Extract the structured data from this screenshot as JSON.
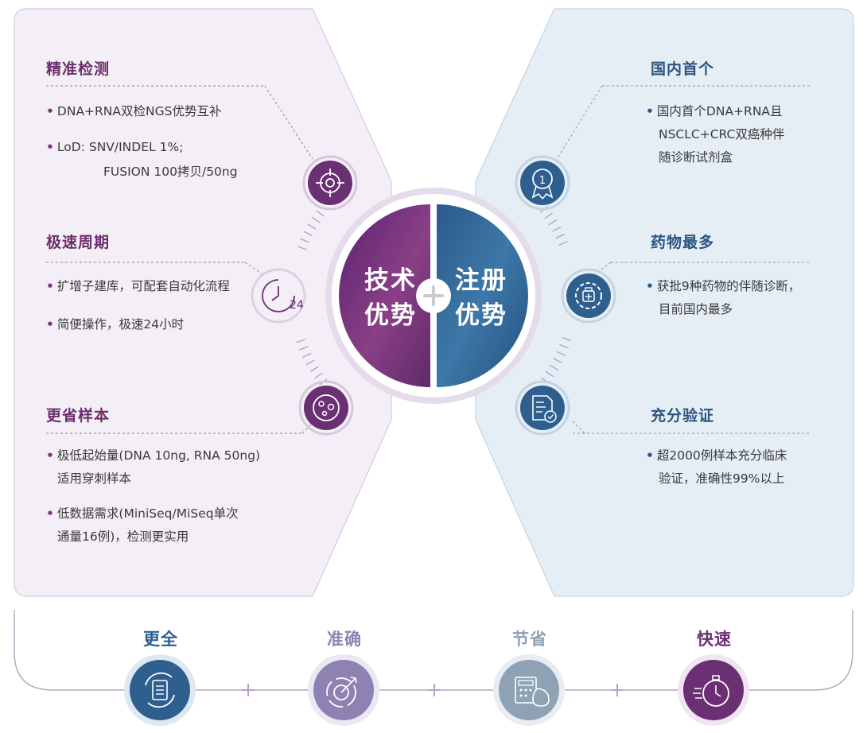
{
  "left_sections": [
    {
      "title": "精准检测",
      "items": [
        "DNA+RNA双检NGS优势互补",
        "LoD: SNV/INDEL 1%;",
        "FUSION 100拷贝/50ng"
      ]
    },
    {
      "title": "极速周期",
      "items": [
        "扩增子建库，可配套自动化流程",
        "简便操作，极速24小时"
      ]
    },
    {
      "title": "更省样本",
      "items": [
        "极低起始量(DNA 10ng, RNA 50ng)",
        "适用穿刺样本",
        "低数据需求(MiniSeq/MiSeq单次",
        "通量16例)，检测更实用"
      ]
    }
  ],
  "right_sections": [
    {
      "title": "国内首个",
      "items": [
        "国内首个DNA+RNA且",
        "NSCLC+CRC双癌种伴",
        "随诊断试剂盒"
      ]
    },
    {
      "title": "药物最多",
      "items": [
        "获批9种药物的伴随诊断，",
        "目前国内最多"
      ]
    },
    {
      "title": "充分验证",
      "items": [
        "超2000例样本充分临床",
        "验证，准确性99%以上"
      ]
    }
  ],
  "center": {
    "left_line1": "技术",
    "left_line2": "优势",
    "right_line1": "注册",
    "right_line2": "优势",
    "plus": "+"
  },
  "icons": {
    "left": [
      "target-icon",
      "clock-24-icon",
      "cells-icon"
    ],
    "right": [
      "medal-1-icon",
      "gear-medicine-icon",
      "document-check-icon"
    ],
    "clock_label": "24",
    "medal_label": "1"
  },
  "bottom": {
    "items": [
      {
        "label": "更全",
        "icon": "refresh-document-icon",
        "color": "#2f5f8f"
      },
      {
        "label": "准确",
        "icon": "dart-target-icon",
        "color": "#8e82b3"
      },
      {
        "label": "节省",
        "icon": "calculator-moneybag-icon",
        "color": "#8ea2b5"
      },
      {
        "label": "快速",
        "icon": "stopwatch-icon",
        "color": "#6b2f73"
      }
    ],
    "plus": "+"
  },
  "colors": {
    "purple": "#6b2f6b",
    "blue": "#2c5582",
    "left_panel": "#f4eff7",
    "right_panel": "#e6eef5"
  }
}
